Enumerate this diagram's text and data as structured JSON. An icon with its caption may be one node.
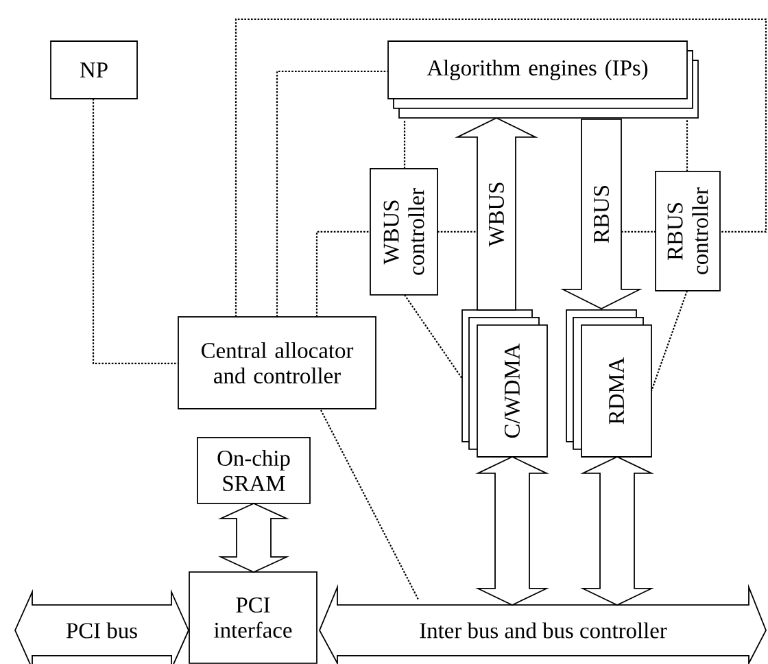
{
  "diagram": {
    "nodes": [
      {
        "text": [
          "NP"
        ]
      },
      {
        "text": [
          "Algorithm engines (IPs)"
        ]
      },
      {
        "text": [
          "WBUS controller"
        ]
      },
      {
        "text": [
          "RBUS controller"
        ]
      },
      {
        "text": [
          "Central allocator and controller"
        ]
      },
      {
        "text": [
          "C/WDMA"
        ]
      },
      {
        "text": [
          "RDMA"
        ]
      },
      {
        "text": [
          "On-chip SRAM"
        ]
      },
      {
        "text": [
          "PCI interface"
        ]
      },
      {
        "text": [
          "Inter bus and bus controller"
        ]
      }
    ],
    "edges": [
      {
        "from": 0,
        "to": 4,
        "arrow": "none"
      },
      {
        "from": 4,
        "to": 3,
        "arrow": "none"
      },
      {
        "from": 4,
        "to": 1,
        "arrow": "none"
      },
      {
        "from": 4,
        "to": 2,
        "arrow": "none"
      },
      {
        "from": 2,
        "to": 1,
        "arrow": "none"
      },
      {
        "from": 2,
        "to": null,
        "arrow": "none"
      },
      {
        "from": null,
        "to": 3,
        "arrow": "none"
      },
      {
        "from": 3,
        "to": 1,
        "arrow": "none"
      },
      {
        "from": 2,
        "to": 5,
        "arrow": "none"
      },
      {
        "from": 3,
        "to": 6,
        "arrow": "none"
      },
      {
        "from": 4,
        "to": 9,
        "arrow": "none"
      },
      {
        "from": 5,
        "to": 1,
        "arrow": "to",
        "style": "thick",
        "label": "WBUS"
      },
      {
        "from": 1,
        "to": 6,
        "arrow": "to",
        "style": "thick",
        "label": "RBUS"
      },
      {
        "from": 5,
        "to": 9,
        "arrow": "both",
        "style": "thick"
      },
      {
        "from": 6,
        "to": 9,
        "arrow": "both",
        "style": "thick"
      },
      {
        "from": 7,
        "to": 8,
        "arrow": "both",
        "style": "thick"
      },
      {
        "from": null,
        "to": 8,
        "arrow": "both",
        "style": "thick",
        "label": "PCI bus"
      }
    ]
  }
}
